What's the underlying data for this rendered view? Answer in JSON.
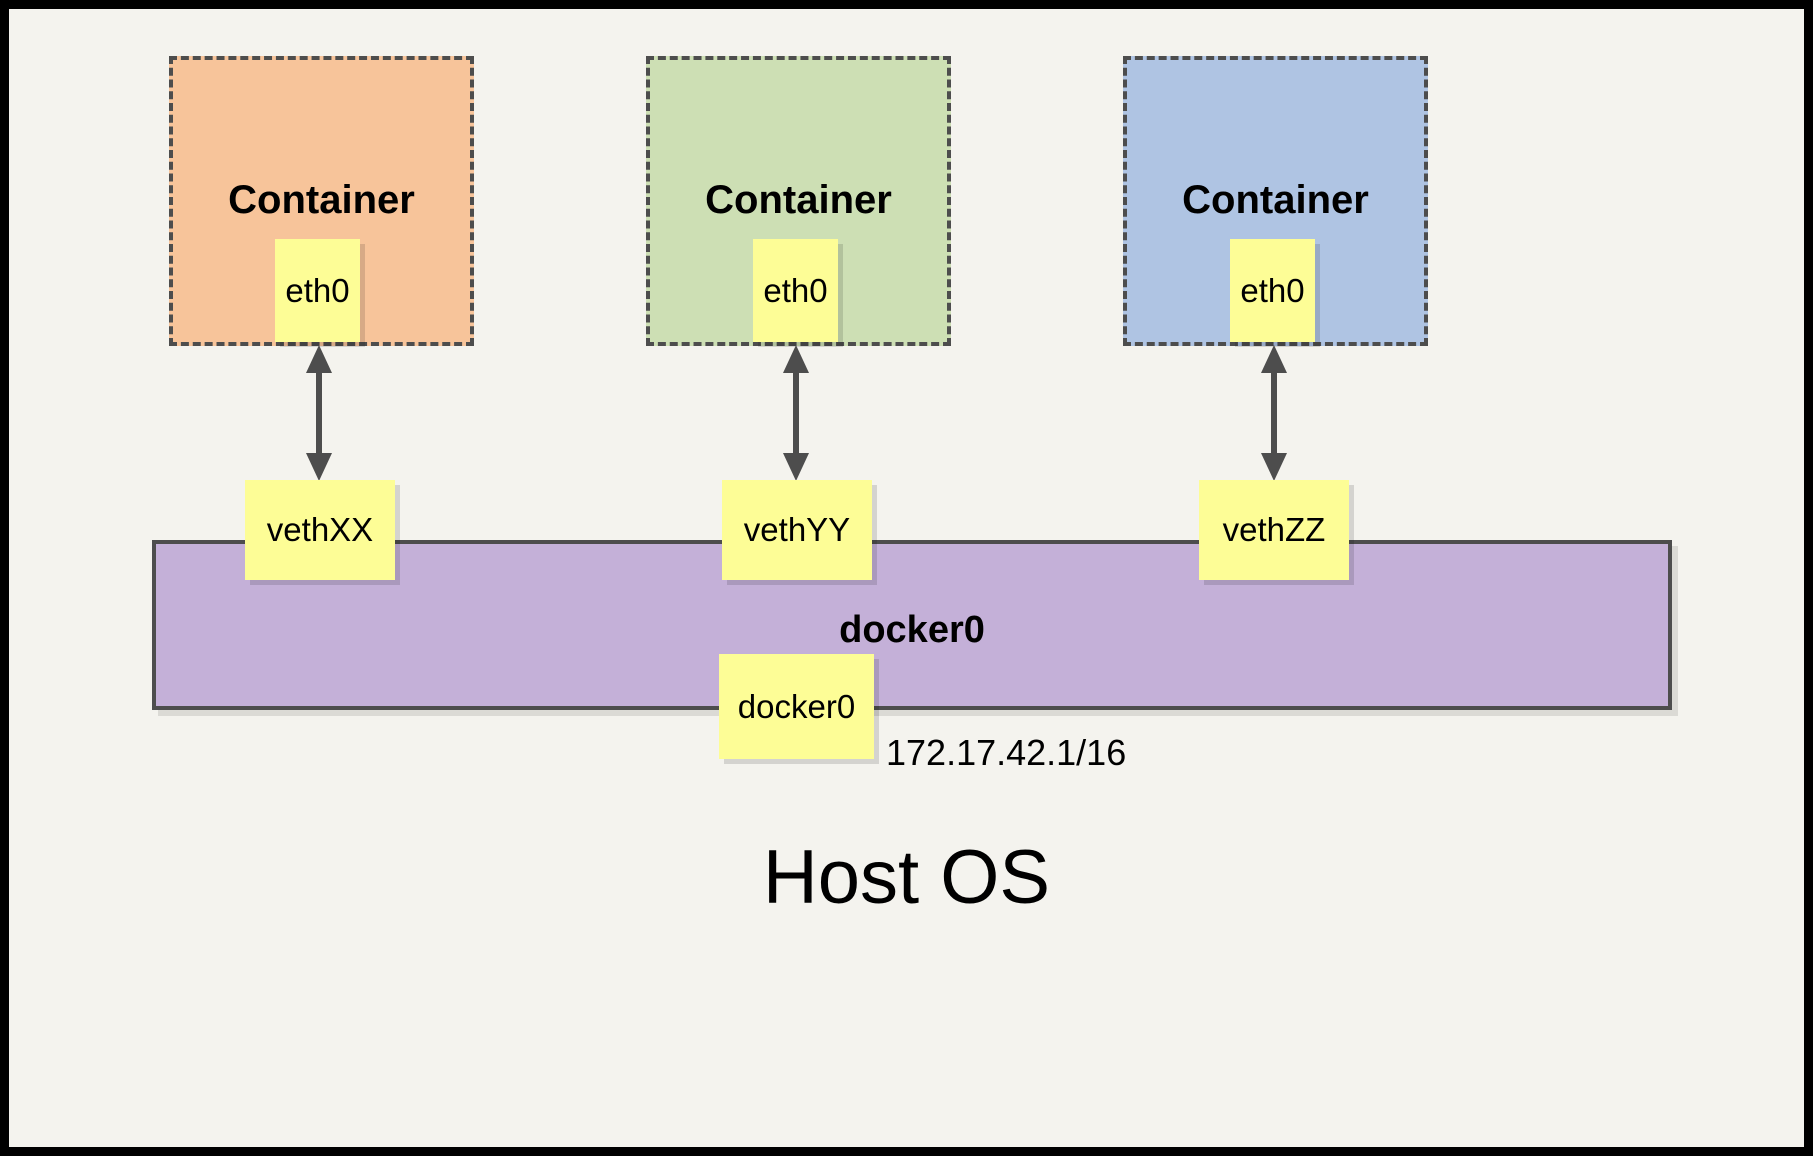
{
  "diagram": {
    "title_bottom": "Host OS",
    "background_color": "#f4f3ee",
    "frame_color": "#000000"
  },
  "containers": [
    {
      "label": "Container",
      "fill_color": "#f7c49a",
      "border_color": "#4d4d4d",
      "interface": {
        "label": "eth0",
        "fill_color": "#fdfd96"
      },
      "veth": {
        "label": "vethXX",
        "fill_color": "#fdfd96"
      }
    },
    {
      "label": "Container",
      "fill_color": "#cddfb4",
      "border_color": "#4d4d4d",
      "interface": {
        "label": "eth0",
        "fill_color": "#fdfd96"
      },
      "veth": {
        "label": "vethYY",
        "fill_color": "#fdfd96"
      }
    },
    {
      "label": "Container",
      "fill_color": "#afc4e3",
      "border_color": "#4d4d4d",
      "interface": {
        "label": "eth0",
        "fill_color": "#fdfd96"
      },
      "veth": {
        "label": "vethZZ",
        "fill_color": "#fdfd96"
      }
    }
  ],
  "bridge": {
    "label": "docker0",
    "fill_color": "#c4b0d8",
    "border_color": "#4d4d4d",
    "interface": {
      "label": "docker0",
      "fill_color": "#fdfd96"
    },
    "ip_address": "172.17.42.1/16"
  },
  "arrows": {
    "color": "#4d4d4d",
    "style": "double-headed-vertical",
    "count": 3
  }
}
